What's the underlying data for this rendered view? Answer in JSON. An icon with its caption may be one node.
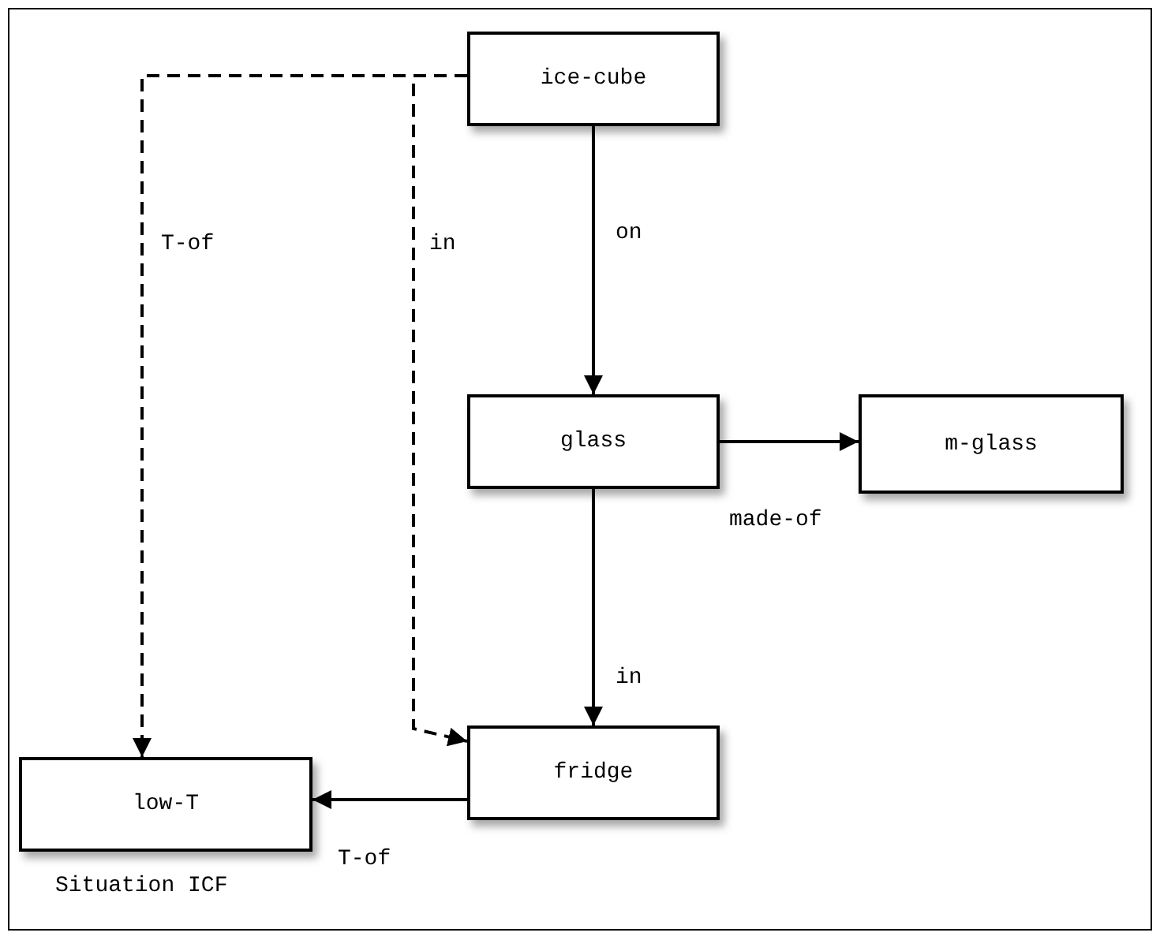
{
  "diagram": {
    "nodes": [
      {
        "text": [
          "Situation ICF"
        ]
      },
      {
        "text": [
          "ice-cube"
        ],
        "in": 0
      },
      {
        "text": [
          "glass"
        ],
        "in": 0
      },
      {
        "text": [
          "m-glass"
        ],
        "in": 0
      },
      {
        "text": [
          "fridge"
        ],
        "in": 0
      },
      {
        "text": [
          "low-T"
        ],
        "in": 0
      }
    ],
    "edges": [
      {
        "from": 1,
        "to": 2,
        "arrow": "to",
        "label": "on"
      },
      {
        "from": 2,
        "to": 3,
        "arrow": "to",
        "label": "made-of"
      },
      {
        "from": 2,
        "to": 4,
        "arrow": "to",
        "label": "in"
      },
      {
        "from": 4,
        "to": 5,
        "arrow": "to",
        "label": "T-of"
      },
      {
        "from": 1,
        "to": 5,
        "arrow": "to",
        "label": "T-of",
        "style": "dashed"
      },
      {
        "from": 1,
        "to": 4,
        "arrow": "to",
        "label": "in",
        "style": "dashed"
      }
    ]
  }
}
